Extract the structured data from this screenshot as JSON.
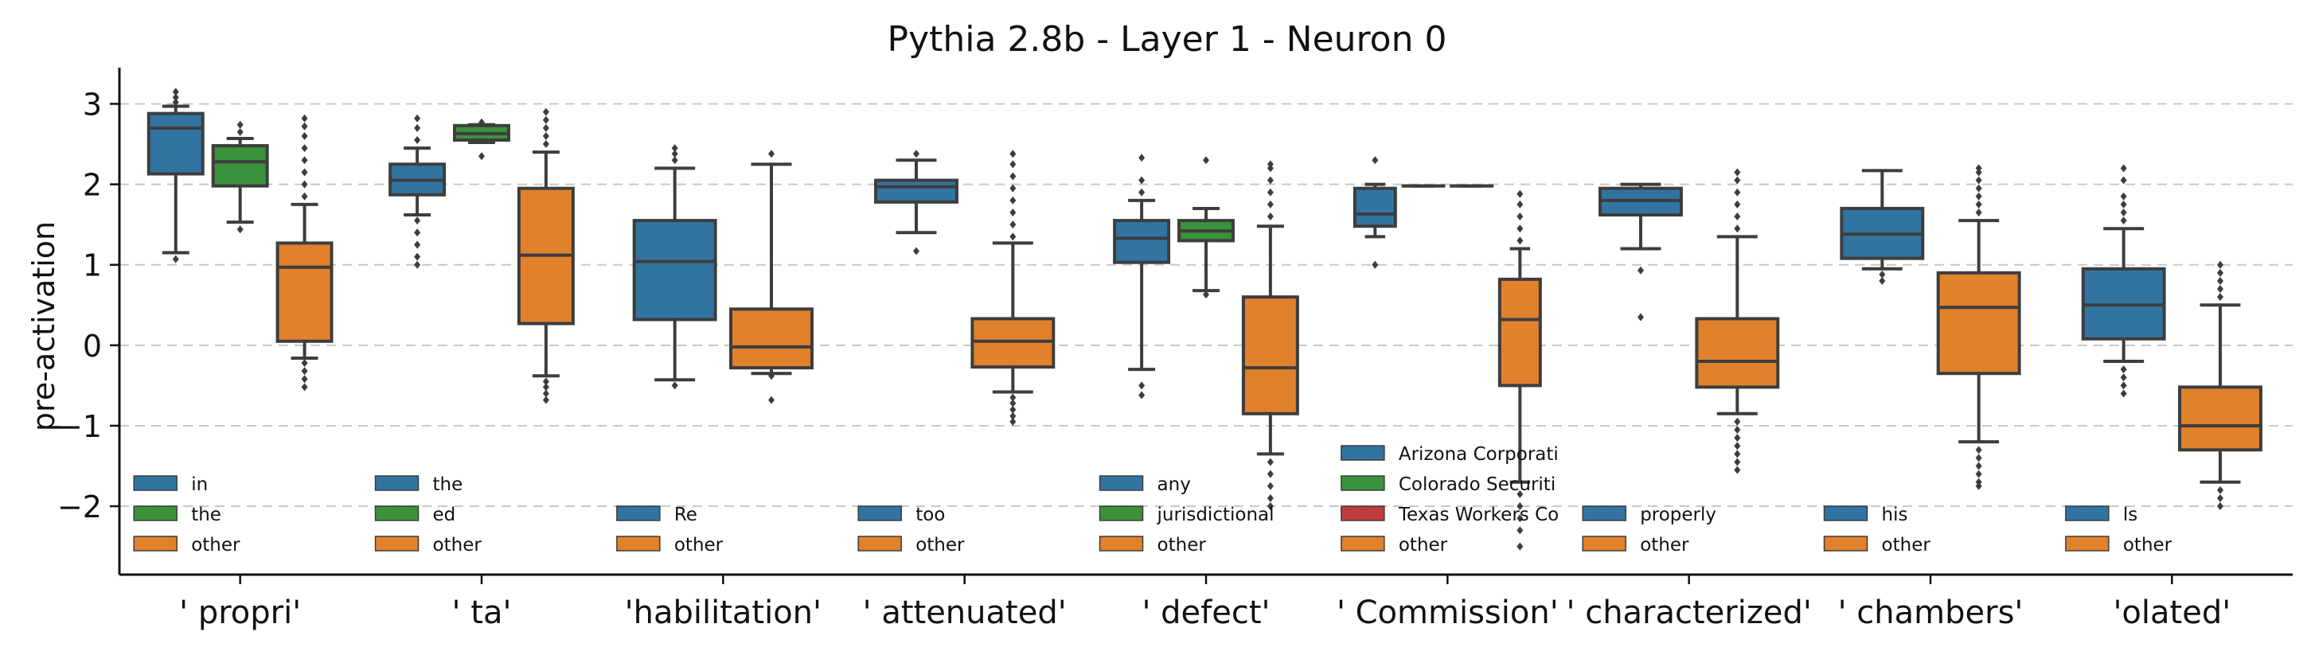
{
  "chart_data": {
    "type": "box",
    "title": "Pythia 2.8b - Layer 1 - Neuron 0",
    "ylabel": "pre-activation",
    "xlabel": "",
    "ylim": [
      -2.85,
      3.45
    ],
    "yticks": [
      -2,
      -1,
      0,
      1,
      2,
      3
    ],
    "ytick_labels": [
      "−2",
      "−1",
      "0",
      "1",
      "2",
      "3"
    ],
    "grid": "horizontal-dashed",
    "legend": "per-group, bottom",
    "colors": {
      "blue": "#3274a1",
      "green": "#3a923a",
      "red": "#c03d3e",
      "orange": "#e1812c",
      "line": "#3d3d3d"
    },
    "groups": [
      {
        "label": "' propri'",
        "boxes": [
          {
            "name": "in",
            "color": "blue",
            "q1": 2.13,
            "med": 2.7,
            "q3": 2.88,
            "wlo": 1.15,
            "whi": 2.97,
            "outliers": [
              1.07,
              3.02,
              3.08,
              3.15
            ]
          },
          {
            "name": "the",
            "color": "green",
            "q1": 1.98,
            "med": 2.28,
            "q3": 2.48,
            "wlo": 1.53,
            "whi": 2.57,
            "outliers": [
              1.44,
              2.65,
              2.74
            ]
          },
          {
            "name": "other",
            "color": "orange",
            "q1": 0.05,
            "med": 0.97,
            "q3": 1.27,
            "wlo": -0.16,
            "whi": 1.75,
            "outliers": [
              -0.22,
              -0.32,
              -0.42,
              -0.52,
              1.85,
              2.0,
              2.15,
              2.3,
              2.45,
              2.6,
              2.72,
              2.82
            ]
          }
        ]
      },
      {
        "label": "' ta'",
        "boxes": [
          {
            "name": "the",
            "color": "blue",
            "q1": 1.87,
            "med": 2.05,
            "q3": 2.25,
            "wlo": 1.62,
            "whi": 2.45,
            "outliers": [
              1.55,
              1.4,
              1.25,
              1.1,
              1.0,
              2.55,
              2.7,
              2.82
            ]
          },
          {
            "name": "ed",
            "color": "green",
            "q1": 2.55,
            "med": 2.63,
            "q3": 2.73,
            "wlo": 2.52,
            "whi": 2.74,
            "outliers": [
              2.35,
              2.77
            ]
          },
          {
            "name": "other",
            "color": "orange",
            "q1": 0.27,
            "med": 1.12,
            "q3": 1.95,
            "wlo": -0.38,
            "whi": 2.4,
            "outliers": [
              -0.45,
              -0.52,
              -0.6,
              -0.68,
              2.5,
              2.6,
              2.7,
              2.8,
              2.9
            ]
          }
        ]
      },
      {
        "label": "'habilitation'",
        "boxes": [
          {
            "name": "Re",
            "color": "blue",
            "q1": 0.32,
            "med": 1.04,
            "q3": 1.55,
            "wlo": -0.43,
            "whi": 2.2,
            "outliers": [
              -0.5,
              2.3,
              2.38,
              2.45
            ]
          },
          {
            "name": "other",
            "color": "orange",
            "q1": -0.28,
            "med": -0.02,
            "q3": 0.45,
            "wlo": -0.35,
            "whi": 2.25,
            "outliers": [
              -0.38,
              -0.68,
              2.38
            ]
          }
        ]
      },
      {
        "label": "' attenuated'",
        "boxes": [
          {
            "name": "too",
            "color": "blue",
            "q1": 1.78,
            "med": 1.97,
            "q3": 2.05,
            "wlo": 1.4,
            "whi": 2.3,
            "outliers": [
              1.17,
              2.38
            ]
          },
          {
            "name": "other",
            "color": "orange",
            "q1": -0.27,
            "med": 0.05,
            "q3": 0.33,
            "wlo": -0.58,
            "whi": 1.27,
            "outliers": [
              -0.65,
              -0.72,
              -0.8,
              -0.88,
              -0.95,
              1.35,
              1.5,
              1.65,
              1.8,
              1.95,
              2.1,
              2.25,
              2.38
            ]
          }
        ]
      },
      {
        "label": "' defect'",
        "boxes": [
          {
            "name": "any",
            "color": "blue",
            "q1": 1.03,
            "med": 1.33,
            "q3": 1.55,
            "wlo": -0.3,
            "whi": 1.8,
            "outliers": [
              -0.5,
              -0.62,
              1.9,
              2.05,
              2.33
            ]
          },
          {
            "name": "jurisdictional",
            "color": "green",
            "q1": 1.3,
            "med": 1.42,
            "q3": 1.55,
            "wlo": 0.68,
            "whi": 1.7,
            "outliers": [
              0.63,
              2.3
            ]
          },
          {
            "name": "other",
            "color": "orange",
            "q1": -0.85,
            "med": -0.28,
            "q3": 0.6,
            "wlo": -1.35,
            "whi": 1.48,
            "outliers": [
              -1.45,
              -1.6,
              -1.75,
              -1.9,
              -2.0,
              1.6,
              1.75,
              1.9,
              2.05,
              2.2,
              2.25
            ]
          }
        ]
      },
      {
        "label": "' Commission'",
        "boxes": [
          {
            "name": "Arizona Corporati",
            "color": "blue",
            "q1": 1.48,
            "med": 1.63,
            "q3": 1.95,
            "wlo": 1.35,
            "whi": 2.0,
            "outliers": [
              1.0,
              2.3
            ]
          },
          {
            "name": "Colorado Securiti",
            "color": "green",
            "q1": 1.98,
            "med": 1.98,
            "q3": 1.98,
            "wlo": 1.98,
            "whi": 1.98,
            "outliers": []
          },
          {
            "name": "Texas Workers Co",
            "color": "red",
            "q1": 1.98,
            "med": 1.98,
            "q3": 1.98,
            "wlo": 1.98,
            "whi": 1.98,
            "outliers": []
          },
          {
            "name": "other",
            "color": "orange",
            "q1": -0.5,
            "med": 0.32,
            "q3": 0.82,
            "wlo": -1.7,
            "whi": 1.2,
            "outliers": [
              -1.85,
              -2.0,
              -2.15,
              -2.3,
              -2.5,
              1.3,
              1.45,
              1.6,
              1.75,
              1.88
            ]
          }
        ]
      },
      {
        "label": "' characterized'",
        "boxes": [
          {
            "name": "properly",
            "color": "blue",
            "q1": 1.62,
            "med": 1.8,
            "q3": 1.95,
            "wlo": 1.2,
            "whi": 2.0,
            "outliers": [
              0.93,
              0.35
            ]
          },
          {
            "name": "other",
            "color": "orange",
            "q1": -0.52,
            "med": -0.2,
            "q3": 0.33,
            "wlo": -0.85,
            "whi": 1.35,
            "outliers": [
              -0.95,
              -1.05,
              -1.15,
              -1.25,
              -1.35,
              -1.45,
              -1.55,
              1.45,
              1.6,
              1.75,
              1.9,
              2.05,
              2.15
            ]
          }
        ]
      },
      {
        "label": "' chambers'",
        "boxes": [
          {
            "name": "his",
            "color": "blue",
            "q1": 1.08,
            "med": 1.38,
            "q3": 1.7,
            "wlo": 0.95,
            "whi": 2.17,
            "outliers": [
              0.88,
              0.8
            ]
          },
          {
            "name": "other",
            "color": "orange",
            "q1": -0.35,
            "med": 0.47,
            "q3": 0.9,
            "wlo": -1.2,
            "whi": 1.55,
            "outliers": [
              -1.3,
              -1.4,
              -1.5,
              -1.6,
              -1.7,
              -1.75,
              1.65,
              1.75,
              1.85,
              1.95,
              2.05,
              2.15,
              2.2
            ]
          }
        ]
      },
      {
        "label": "'olated'",
        "boxes": [
          {
            "name": "ls",
            "color": "blue",
            "q1": 0.08,
            "med": 0.5,
            "q3": 0.95,
            "wlo": -0.2,
            "whi": 1.45,
            "outliers": [
              -0.3,
              -0.4,
              -0.5,
              -0.6,
              1.55,
              1.65,
              1.75,
              1.85,
              2.05,
              2.2
            ]
          },
          {
            "name": "other",
            "color": "orange",
            "q1": -1.3,
            "med": -1.0,
            "q3": -0.52,
            "wlo": -1.7,
            "whi": 0.5,
            "outliers": [
              -1.8,
              -1.9,
              -2.0,
              0.6,
              0.7,
              0.8,
              0.9,
              1.0
            ]
          }
        ]
      }
    ]
  }
}
